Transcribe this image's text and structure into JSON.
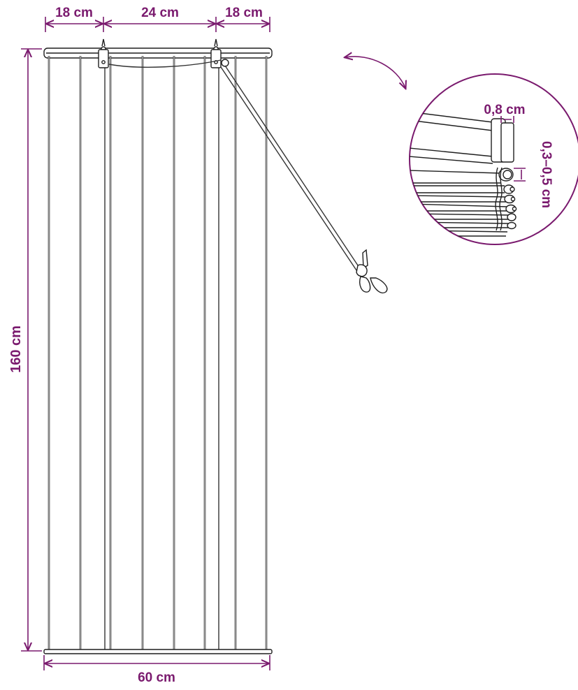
{
  "dimensions": {
    "top_left_width": "18 cm",
    "top_middle_width": "24 cm",
    "top_right_width": "18 cm",
    "height": "160 cm",
    "bottom_width": "60 cm"
  },
  "detail": {
    "rail_thickness": "0,8 cm",
    "slat_diameter": "0,3–0,5 cm"
  },
  "colors": {
    "accent": "#7a1a6e",
    "line": "#2a2a2a",
    "background": "#ffffff"
  }
}
